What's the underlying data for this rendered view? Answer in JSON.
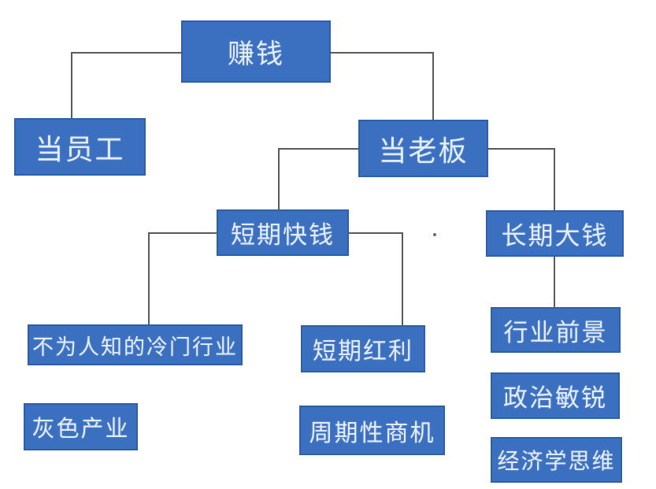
{
  "diagram": {
    "type": "tree",
    "background": "#ffffff",
    "colors": {
      "node_fill": "#3b6fc0",
      "node_border": "#2e5fa7",
      "node_text": "#e3ecf9",
      "connector": "#5a5a5a"
    },
    "nodes": {
      "root": {
        "label": "赚钱"
      },
      "employee": {
        "label": "当员工"
      },
      "boss": {
        "label": "当老板"
      },
      "short_term": {
        "label": "短期快钱"
      },
      "long_term": {
        "label": "长期大钱"
      },
      "niche": {
        "label": "不为人知的冷门行业"
      },
      "gray": {
        "label": "灰色产业"
      },
      "dividend": {
        "label": "短期红利"
      },
      "cyclical": {
        "label": "周期性商机"
      },
      "prospect": {
        "label": "行业前景"
      },
      "political": {
        "label": "政治敏锐"
      },
      "economics": {
        "label": "经济学思维"
      }
    },
    "edges": [
      {
        "from": "root",
        "to": "employee"
      },
      {
        "from": "root",
        "to": "boss"
      },
      {
        "from": "boss",
        "to": "short_term"
      },
      {
        "from": "boss",
        "to": "long_term"
      },
      {
        "from": "short_term",
        "to": "niche"
      },
      {
        "from": "short_term",
        "to": "dividend"
      },
      {
        "from": "long_term",
        "to": "prospect"
      }
    ],
    "stacked_without_lines": [
      {
        "below": "niche",
        "node": "gray"
      },
      {
        "below": "dividend",
        "node": "cyclical"
      },
      {
        "below": "prospect",
        "nodes": [
          "political",
          "economics"
        ]
      }
    ]
  }
}
